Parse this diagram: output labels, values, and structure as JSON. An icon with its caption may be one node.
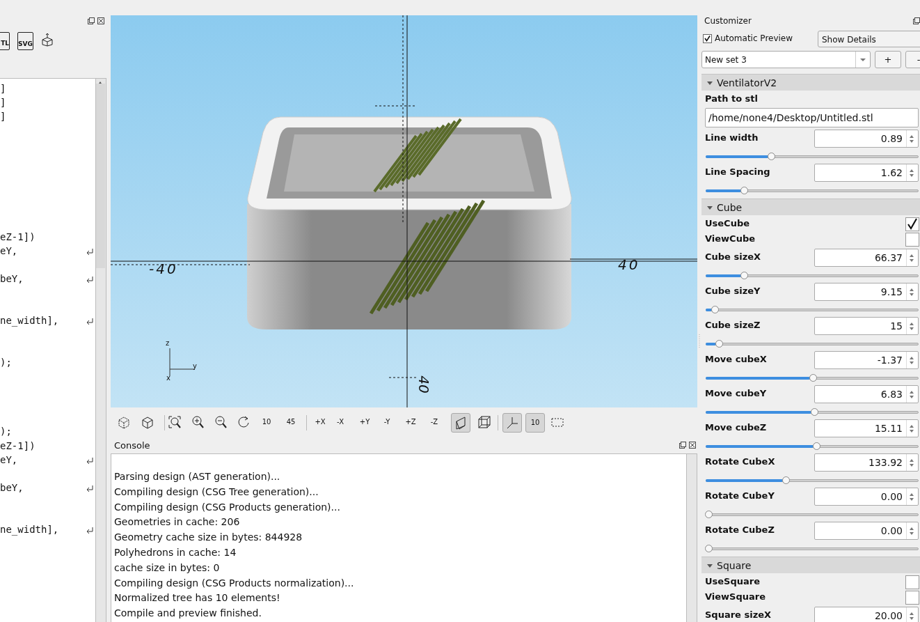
{
  "diagram": {
    "labels": [
      "TL",
      "SVG",
      "]",
      "]",
      "]",
      "eZ-1])",
      "eY,",
      "beY,",
      "ne_width],",
      ");",
      ");",
      "eZ-1])",
      "eY,",
      "beY,",
      "ne_width],",
      "z",
      "y",
      "x",
      "-40",
      "40",
      "40",
      "10",
      "45",
      "+X",
      "-X",
      "+Y",
      "-Y",
      "+Z",
      "-Z",
      "10",
      "Console",
      "Parsing design (AST generation)...",
      "Compiling design (CSG Tree generation)...",
      "Compiling design (CSG Products generation)...",
      "Geometries in cache: 206",
      "Geometry cache size in bytes: 844928",
      "Polyhedrons in cache: 14",
      "cache size in bytes: 0",
      "Compiling design (CSG Products normalization)...",
      "Normalized tree has 10 elements!",
      "Compile and preview finished.",
      "Customizer",
      "Automatic Preview",
      "Show Details",
      "New set 3",
      "+",
      "-",
      "VentilatorV2",
      "Path to stl",
      "/home/none4/Desktop/Untitled.stl",
      "Line width",
      "0.89",
      "Line Spacing",
      "1.62",
      "Cube",
      "UseCube",
      "ViewCube",
      "Cube sizeX",
      "66.37",
      "Cube sizeY",
      "9.15",
      "Cube sizeZ",
      "15",
      "Move cubeX",
      "-1.37",
      "Move cubeY",
      "6.83",
      "Move cubeZ",
      "15.11",
      "Rotate CubeX",
      "133.92",
      "Rotate CubeY",
      "0.00",
      "Rotate CubeZ",
      "0.00",
      "Square",
      "UseSquare",
      "ViewSquare",
      "Square sizeX",
      "20.00"
    ]
  }
}
